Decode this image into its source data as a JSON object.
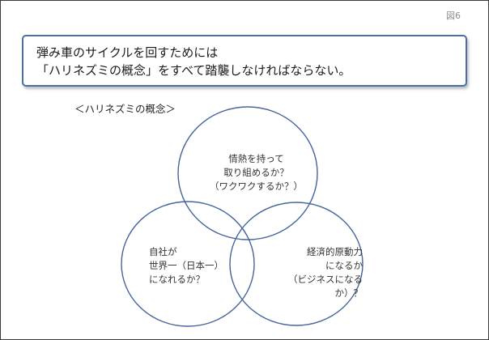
{
  "figure_number": "図6",
  "message": {
    "line1": "弾み車のサイクルを回すためには",
    "line2": "「ハリネズミの概念」をすべて踏襲しなければならない。"
  },
  "concept_heading": "＜ハリネズミの概念＞",
  "venn": {
    "circle_color": "#44659e",
    "circles": [
      {
        "id": "passion",
        "lines": [
          "情熱を持って",
          "取り組めるか？",
          "（ワクワクするか？）"
        ]
      },
      {
        "id": "world",
        "lines": [
          "自社が",
          "世界一（日本一）",
          "になれるか？"
        ]
      },
      {
        "id": "economic",
        "lines": [
          "経済的原動力",
          "になるか",
          "（ビジネスになる",
          "か）？"
        ]
      }
    ]
  }
}
